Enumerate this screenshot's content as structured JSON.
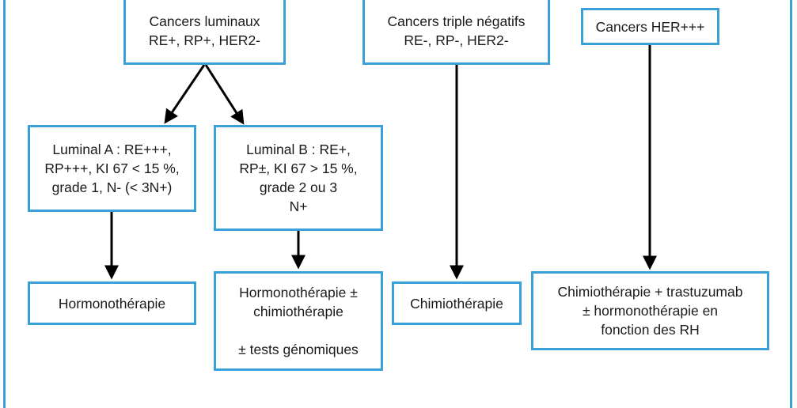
{
  "diagram": {
    "nodes": {
      "luminaux": {
        "lines": [
          "Cancers luminaux",
          "RE+, RP+, HER2-"
        ]
      },
      "triple_neg": {
        "lines": [
          "Cancers triple négatifs",
          "RE-, RP-, HER2-"
        ]
      },
      "her": {
        "lines": [
          "Cancers HER+++"
        ]
      },
      "luminal_a": {
        "lines": [
          "Luminal A : RE+++,",
          "RP+++, KI 67 < 15 %,",
          "grade 1, N- (< 3N+)"
        ]
      },
      "luminal_b": {
        "lines": [
          "Luminal B : RE+,",
          "RP±, KI 67 > 15 %,",
          "grade 2 ou 3",
          "N+"
        ]
      },
      "hormono": {
        "lines": [
          "Hormonothérapie"
        ]
      },
      "hormono_chimio": {
        "lines": [
          "Hormonothérapie ±",
          "chimiothérapie",
          "",
          "± tests génomiques"
        ]
      },
      "chimio": {
        "lines": [
          "Chimiothérapie"
        ]
      },
      "chimio_trastu": {
        "lines": [
          "Chimiothérapie + trastuzumab",
          "± hormonothérapie en",
          "fonction des RH"
        ]
      }
    },
    "edges": [
      {
        "from": "luminaux",
        "to": "luminal_a"
      },
      {
        "from": "luminaux",
        "to": "luminal_b"
      },
      {
        "from": "luminal_a",
        "to": "hormono"
      },
      {
        "from": "luminal_b",
        "to": "hormono_chimio"
      },
      {
        "from": "triple_neg",
        "to": "chimio"
      },
      {
        "from": "her",
        "to": "chimio_trastu"
      }
    ],
    "colors": {
      "border": "#3aa0d8",
      "arrow": "#000000",
      "text": "#1a1a1a"
    }
  }
}
